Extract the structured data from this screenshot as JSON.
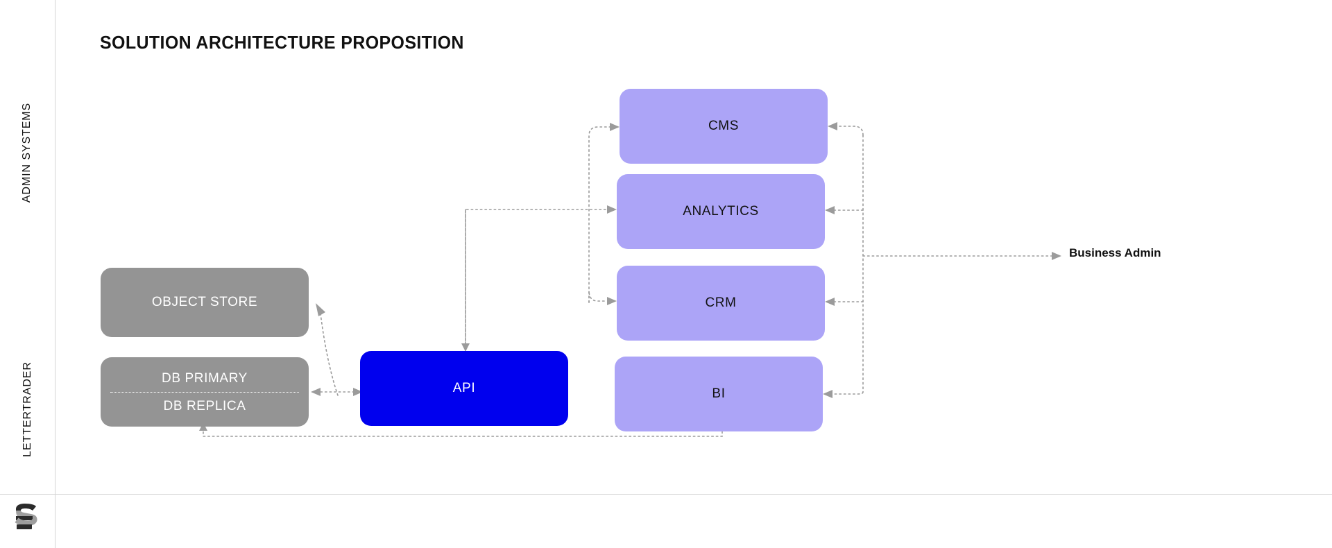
{
  "page": {
    "title": "SOLUTION ARCHITECTURE PROPOSITION",
    "background": "#ffffff",
    "rule_color": "#d4d4d4"
  },
  "lanes": [
    {
      "id": "admin-systems",
      "label": "ADMIN SYSTEMS"
    },
    {
      "id": "lettertrader",
      "label": "LETTERTRADER"
    }
  ],
  "brand": {
    "logo_name": "lettertrader-s-logo",
    "logo_dark": "#2b2b2b",
    "logo_light": "#9e9e9e"
  },
  "palette": {
    "purple": "#aca4f7",
    "gray": "#949494",
    "blue": "#0000ee",
    "wire": "#9b9b9b",
    "text_dark": "#111111",
    "text_light": "#ffffff"
  },
  "nodes": [
    {
      "id": "cms",
      "label": "CMS",
      "kind": "purple"
    },
    {
      "id": "analytics",
      "label": "ANALYTICS",
      "kind": "purple"
    },
    {
      "id": "crm",
      "label": "CRM",
      "kind": "purple"
    },
    {
      "id": "bi",
      "label": "BI",
      "kind": "purple"
    },
    {
      "id": "objstore",
      "label": "OBJECT STORE",
      "kind": "gray"
    },
    {
      "id": "api",
      "label": "API",
      "kind": "blue"
    }
  ],
  "db_node": {
    "id": "db",
    "kind": "gray",
    "primary_label": "DB PRIMARY",
    "replica_label": "DB REPLICA"
  },
  "actors": [
    {
      "id": "business-admin",
      "label": "Business Admin"
    }
  ],
  "connections": [
    {
      "from": "api",
      "to": "cms",
      "style": "dotted",
      "arrow": "end"
    },
    {
      "from": "api",
      "to": "analytics",
      "style": "dotted",
      "arrow": "end"
    },
    {
      "from": "api",
      "to": "crm",
      "style": "dotted",
      "arrow": "end"
    },
    {
      "from": "api",
      "to": "db",
      "style": "dotted",
      "arrow": "both"
    },
    {
      "from": "api",
      "to": "objstore",
      "style": "dotted",
      "arrow": "end"
    },
    {
      "from": "bus",
      "to": "cms",
      "style": "dotted",
      "arrow": "end"
    },
    {
      "from": "bus",
      "to": "analytics",
      "style": "dotted",
      "arrow": "end"
    },
    {
      "from": "bus",
      "to": "crm",
      "style": "dotted",
      "arrow": "end"
    },
    {
      "from": "bus",
      "to": "bi",
      "style": "dotted",
      "arrow": "end"
    },
    {
      "from": "bus",
      "to": "business-admin",
      "style": "dotted",
      "arrow": "end"
    },
    {
      "from": "bi",
      "to": "db",
      "style": "dotted",
      "arrow": "end"
    }
  ]
}
